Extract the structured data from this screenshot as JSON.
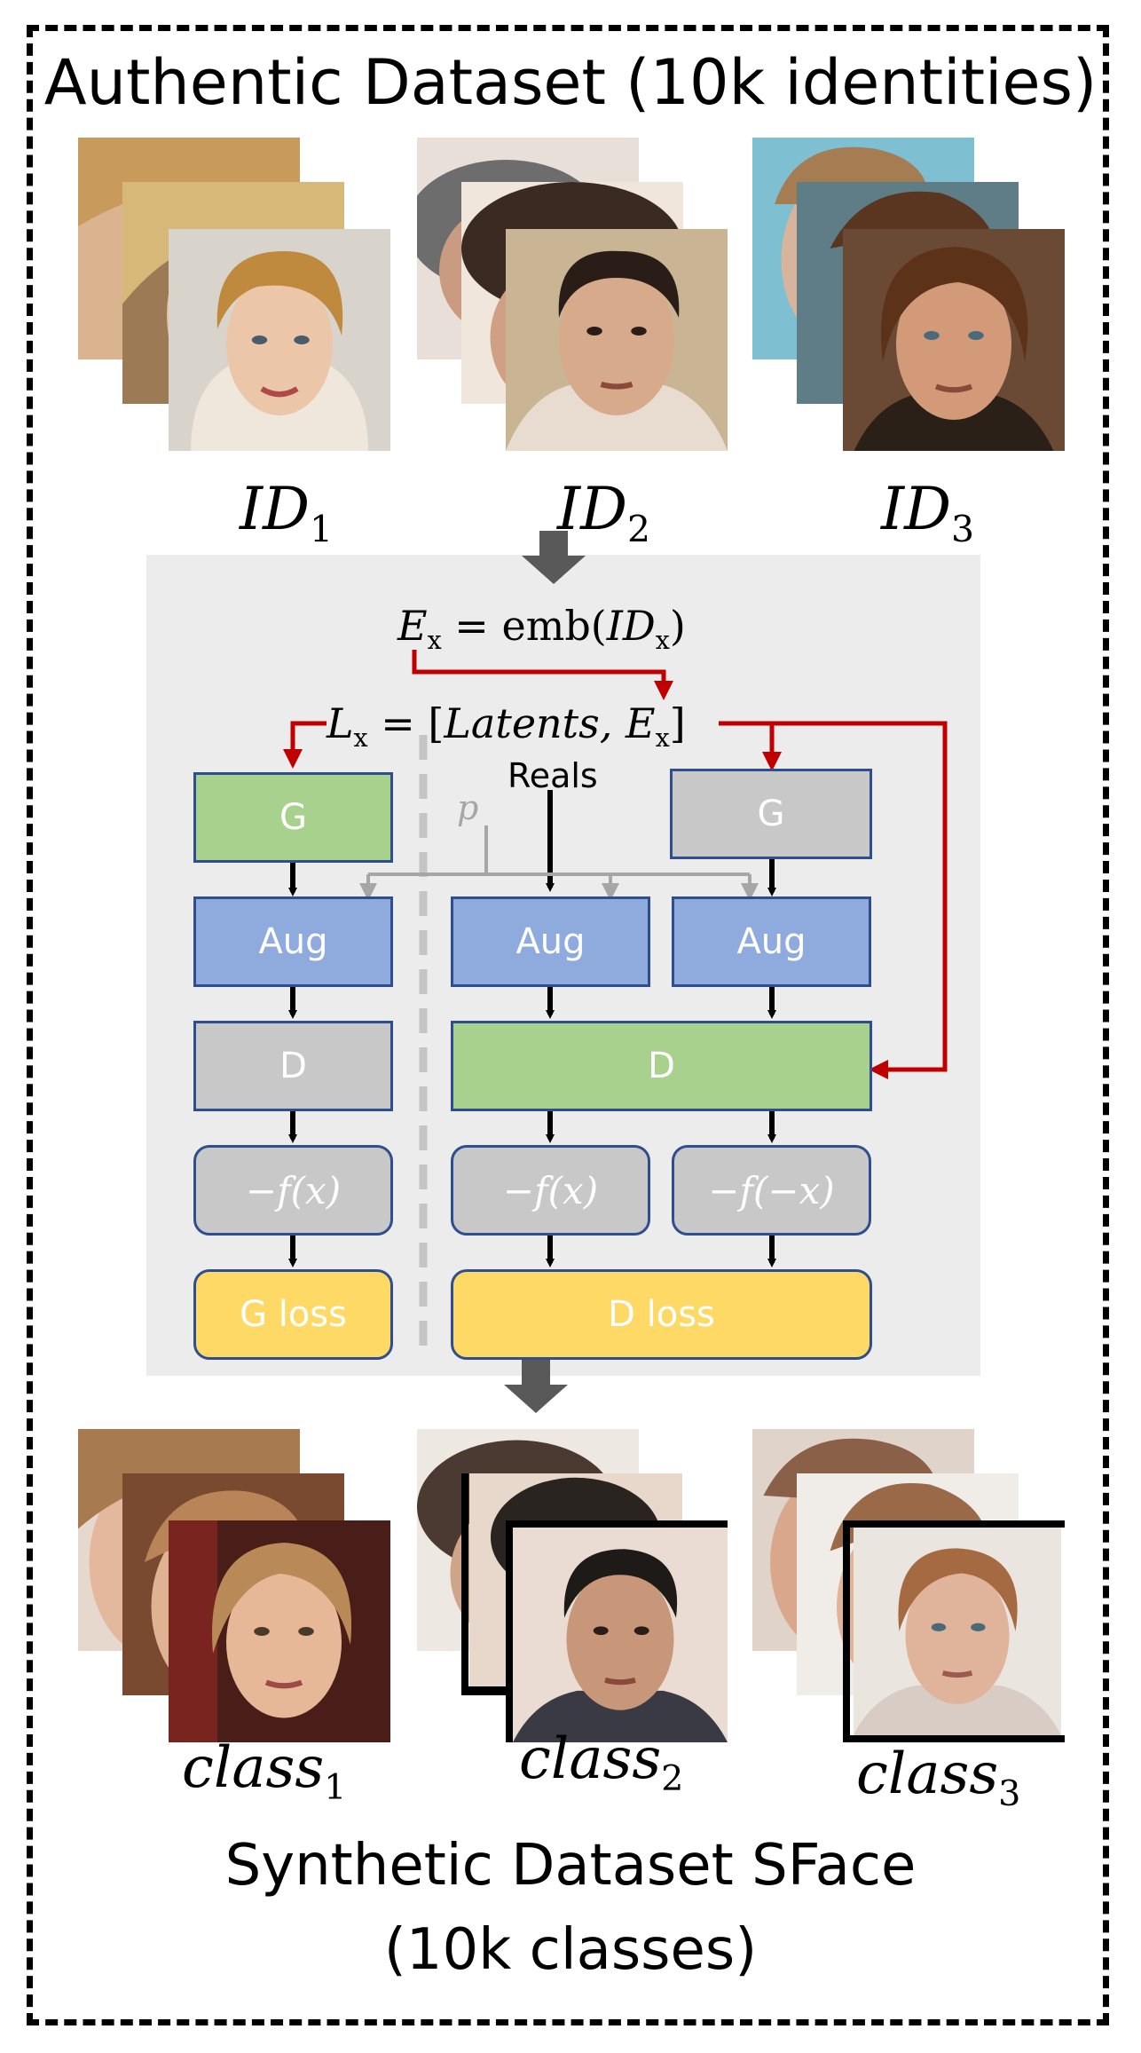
{
  "top_title": "Authentic Dataset (10k identities)",
  "identities": [
    {
      "label": "ID",
      "sub": "1"
    },
    {
      "label": "ID",
      "sub": "2"
    },
    {
      "label": "ID",
      "sub": "3"
    }
  ],
  "diagram": {
    "emb_eq": {
      "lhs": "E",
      "lhs_sub": "x",
      "op": " = emb(",
      "arg": "ID",
      "arg_sub": "x",
      "close": ")"
    },
    "latent_eq": {
      "lhs": "L",
      "lhs_sub": "x",
      "op": " = [",
      "body": "Latents, E",
      "body_sub": "x",
      "close": "]"
    },
    "reals_label": "Reals",
    "p_label": "p",
    "boxes": {
      "g_left": "G",
      "g_right": "G",
      "aug_left": "Aug",
      "aug_mid": "Aug",
      "aug_right": "Aug",
      "d_left": "D",
      "d_main": "D",
      "f_left": "−f(x)",
      "f_mid": "−f(x)",
      "f_right": "−f(−x)",
      "g_loss": "G loss",
      "d_loss": "D loss"
    },
    "colors": {
      "red_arrow": "#c00000",
      "black_arrow": "#000000",
      "gray_arrow": "#a6a6a6",
      "big_arrow": "#595959",
      "green": "#a9d18e",
      "gray": "#c8c8c8",
      "blue": "#8faadc",
      "yellow": "#ffd966",
      "border": "#2e4e8f",
      "panel": "#ececec"
    }
  },
  "classes": [
    {
      "label": "class",
      "sub": "1"
    },
    {
      "label": "class",
      "sub": "2"
    },
    {
      "label": "class",
      "sub": "3"
    }
  ],
  "bottom_title_line1": "Synthetic Dataset SFace",
  "bottom_title_line2": "(10k classes)"
}
